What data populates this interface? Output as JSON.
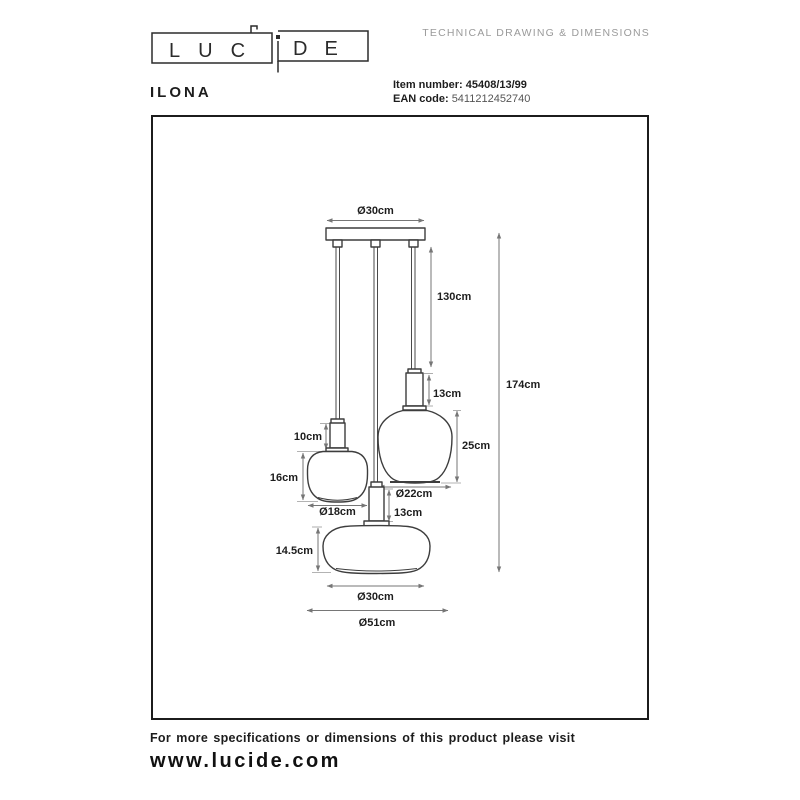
{
  "header": {
    "logo": {
      "left_letters": "LUC",
      "right_letters": "DE"
    },
    "doc_type": "TECHNICAL DRAWING & DIMENSIONS",
    "product_name": "ILONA",
    "item_number_label": "Item number:",
    "item_number_value": "45408/13/99",
    "ean_label": "EAN code:",
    "ean_value": "5411212452740"
  },
  "drawing": {
    "dimensions": {
      "plate_diameter": "Ø30cm",
      "cord_length": "130cm",
      "total_height": "174cm",
      "small_socket_height": "10cm",
      "small_glass_height": "16cm",
      "small_glass_diameter": "Ø18cm",
      "medium_socket_height": "13cm",
      "medium_glass_height": "25cm",
      "medium_glass_diameter": "Ø22cm",
      "large_socket_height": "13cm",
      "large_glass_height": "14.5cm",
      "large_glass_diameter": "Ø30cm",
      "overall_width": "Ø51cm"
    }
  },
  "footer": {
    "note": "For more specifications or dimensions of this product please visit",
    "website": "www.lucide.com"
  },
  "colors": {
    "outline": "#3d3d3d",
    "dimension_line": "#767676",
    "label": "#1d1d1d",
    "muted": "#9a9a9a"
  }
}
